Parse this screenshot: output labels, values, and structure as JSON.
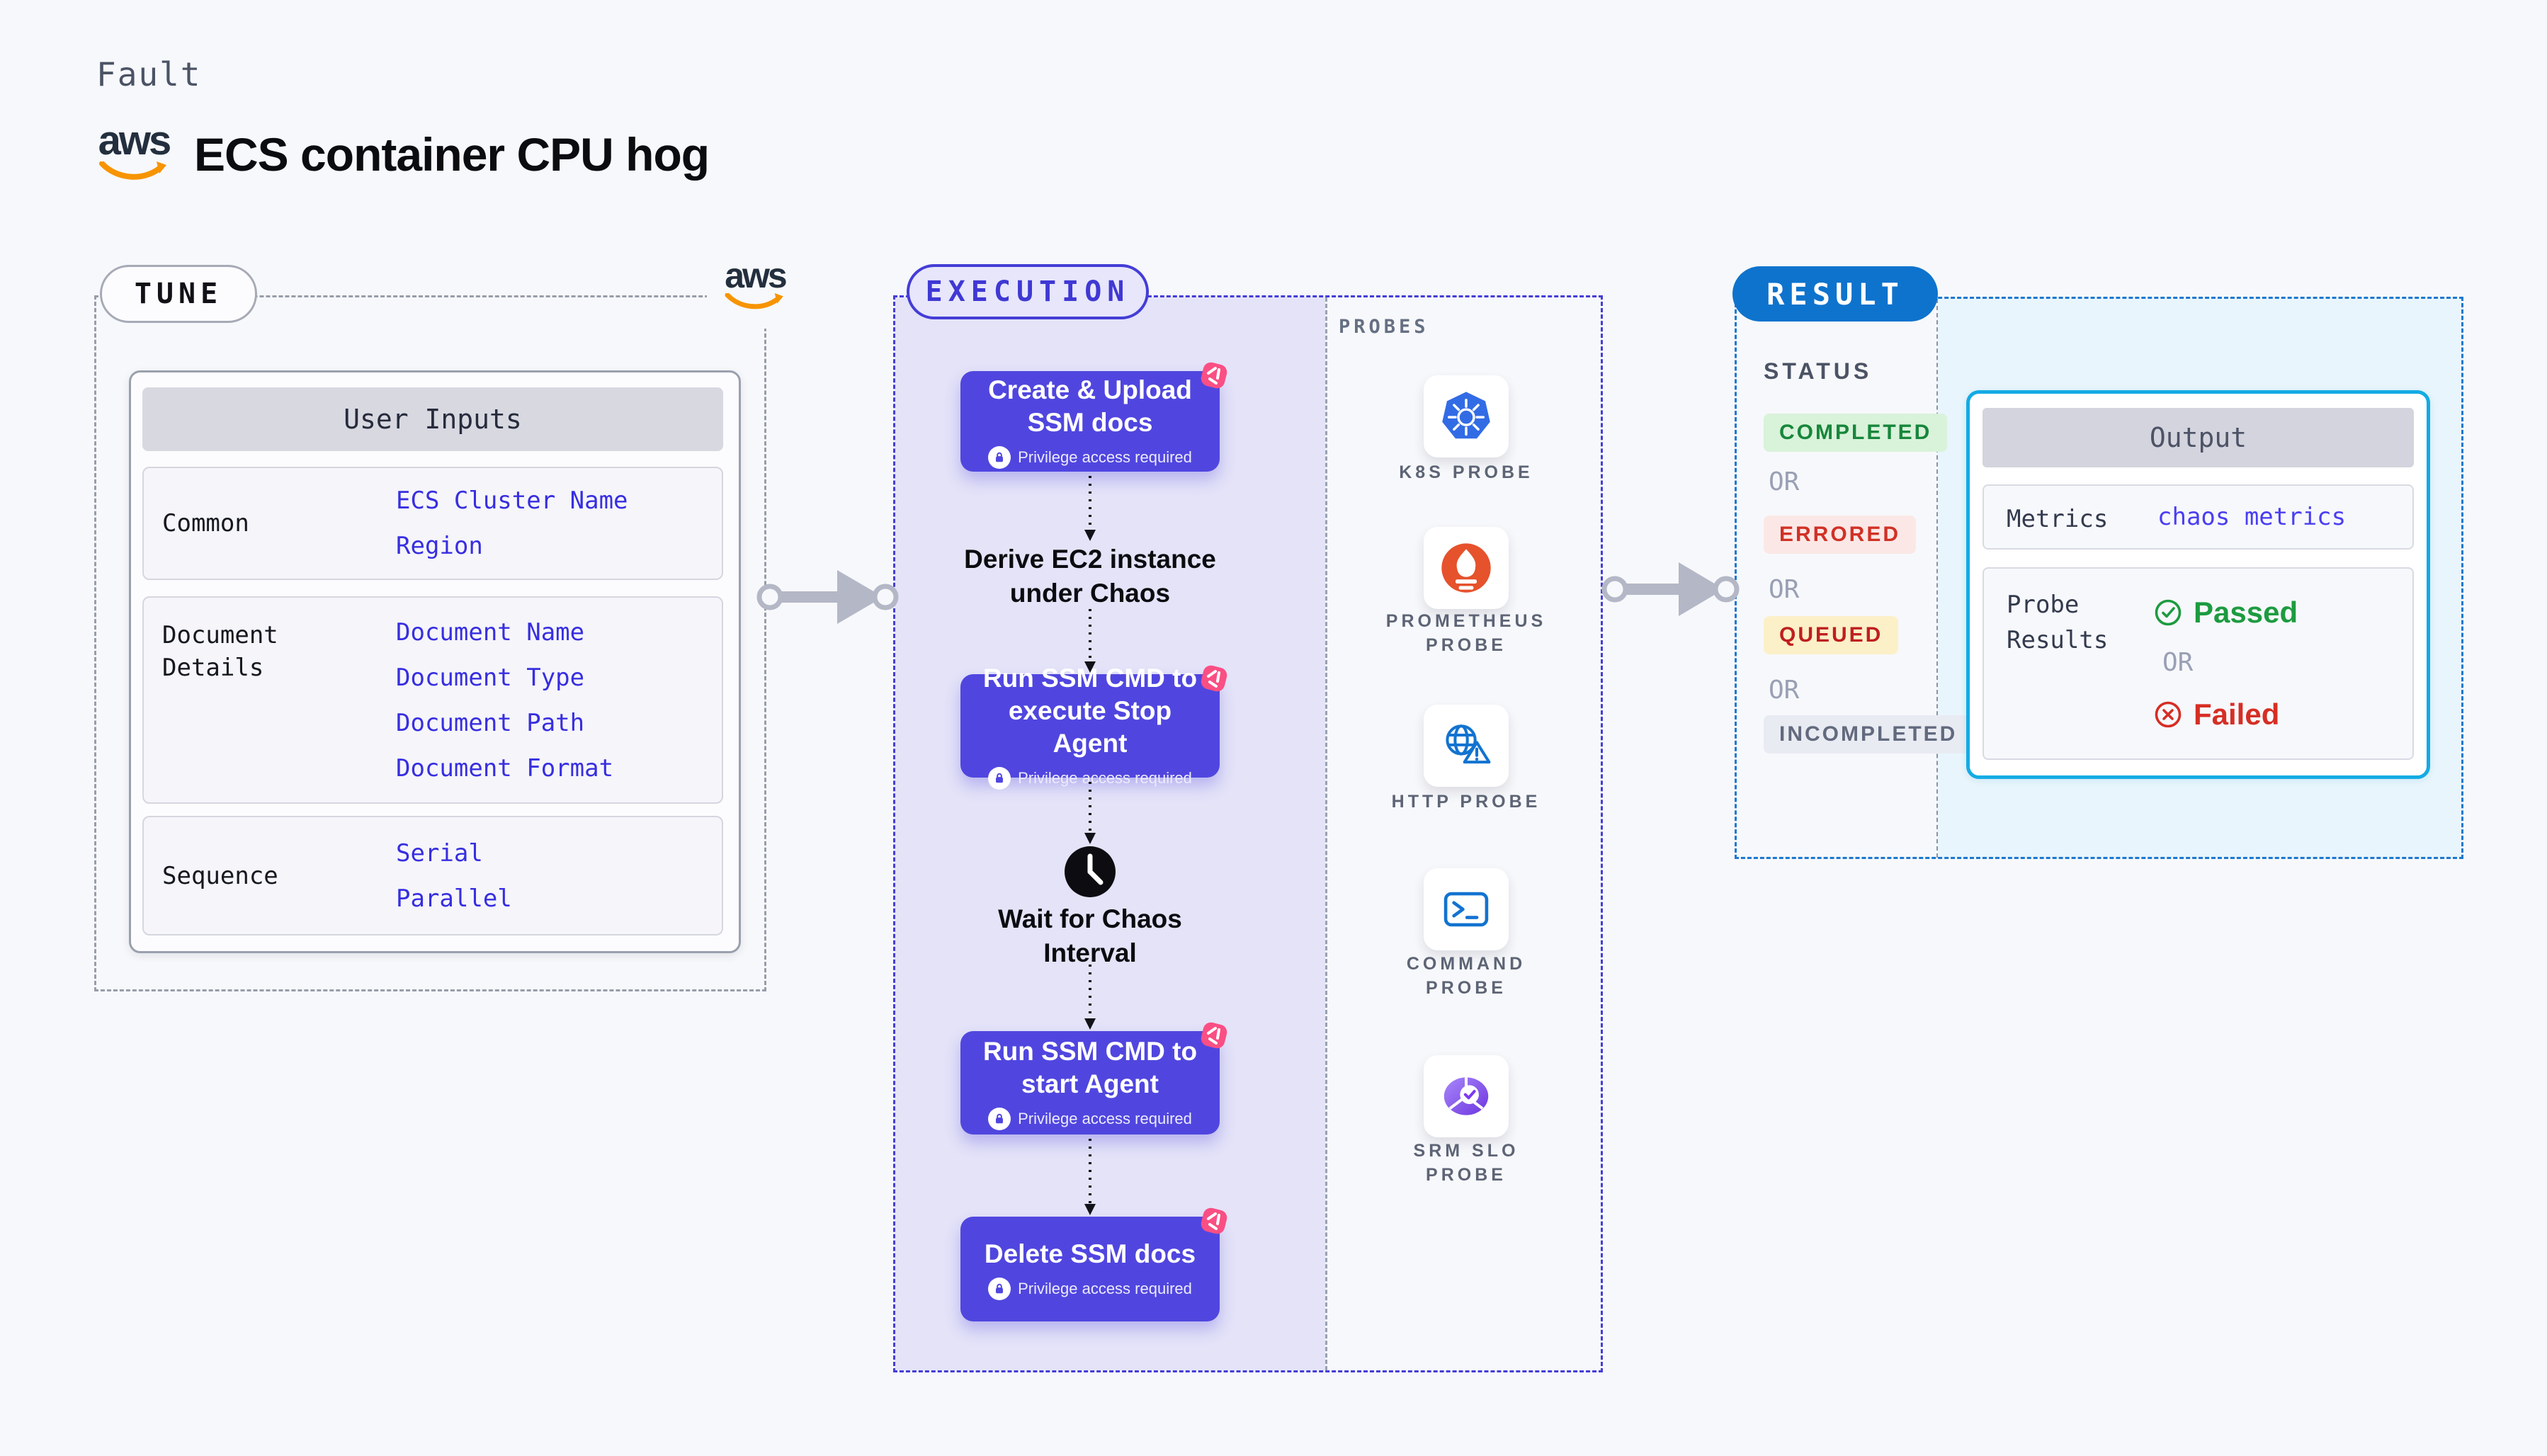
{
  "page": {
    "fault_label": "Fault",
    "title": "ECS container CPU hog",
    "aws_logo_text": "aws"
  },
  "tune": {
    "badge": "TUNE",
    "user_inputs_header": "User Inputs",
    "rows": [
      {
        "label": "Common",
        "values": [
          "ECS Cluster Name",
          "Region"
        ]
      },
      {
        "label": "Document Details",
        "values": [
          "Document Name",
          "Document Type",
          "Document Path",
          "Document Format"
        ]
      },
      {
        "label": "Sequence",
        "values": [
          "Serial",
          "Parallel"
        ]
      }
    ]
  },
  "execution": {
    "badge": "EXECUTION",
    "steps": [
      {
        "title": "Create & Upload SSM docs",
        "privilege": "Privilege access required"
      },
      {
        "title": "Run SSM CMD to execute Stop Agent",
        "privilege": "Privilege access required"
      },
      {
        "title": "Run SSM CMD to start Agent",
        "privilege": "Privilege access required"
      },
      {
        "title": "Delete SSM docs",
        "privilege": "Privilege access required"
      }
    ],
    "notes": [
      {
        "text": "Derive EC2 instance under Chaos"
      },
      {
        "text": "Wait for Chaos Interval"
      }
    ]
  },
  "probes": {
    "label": "PROBES",
    "items": [
      {
        "name": "K8S PROBE",
        "icon": "kubernetes-wheel-icon"
      },
      {
        "name": "PROMETHEUS PROBE",
        "icon": "prometheus-flame-icon"
      },
      {
        "name": "HTTP PROBE",
        "icon": "globe-warning-icon"
      },
      {
        "name": "COMMAND PROBE",
        "icon": "terminal-icon"
      },
      {
        "name": "SRM SLO PROBE",
        "icon": "slo-donut-check-icon"
      }
    ]
  },
  "result": {
    "badge": "RESULT",
    "status_label": "STATUS",
    "or_label": "OR",
    "statuses": [
      {
        "label": "COMPLETED",
        "color": "#17863b",
        "bg": "#d9f2da"
      },
      {
        "label": "ERRORED",
        "color": "#d13126",
        "bg": "#fbe8e6"
      },
      {
        "label": "QUEUED",
        "color": "#bf1f1f",
        "bg": "#fcf0c8"
      },
      {
        "label": "INCOMPLETED",
        "color": "#626a7e",
        "bg": "#e9ebf3"
      }
    ],
    "output": {
      "header": "Output",
      "metrics_label": "Metrics",
      "metrics_value": "chaos metrics",
      "probe_results_label": "Probe Results",
      "passed": "Passed",
      "failed": "Failed"
    }
  },
  "colors": {
    "accent_indigo": "#5046df",
    "execution_dash": "#443dd6",
    "lavender_panel": "#e4e3f8",
    "result_blue": "#0e73cd",
    "result_dash": "#1b78cf",
    "cyan_border": "#14abe4",
    "cyan_fill": "#e8f5fc",
    "pink_badge": "#fa4f84",
    "link_blue": "#372ee0",
    "aws_orange": "#f79400",
    "arrow_gray": "#b4b7c6",
    "passed_green": "#1d9b40",
    "failed_red": "#d62e24"
  }
}
